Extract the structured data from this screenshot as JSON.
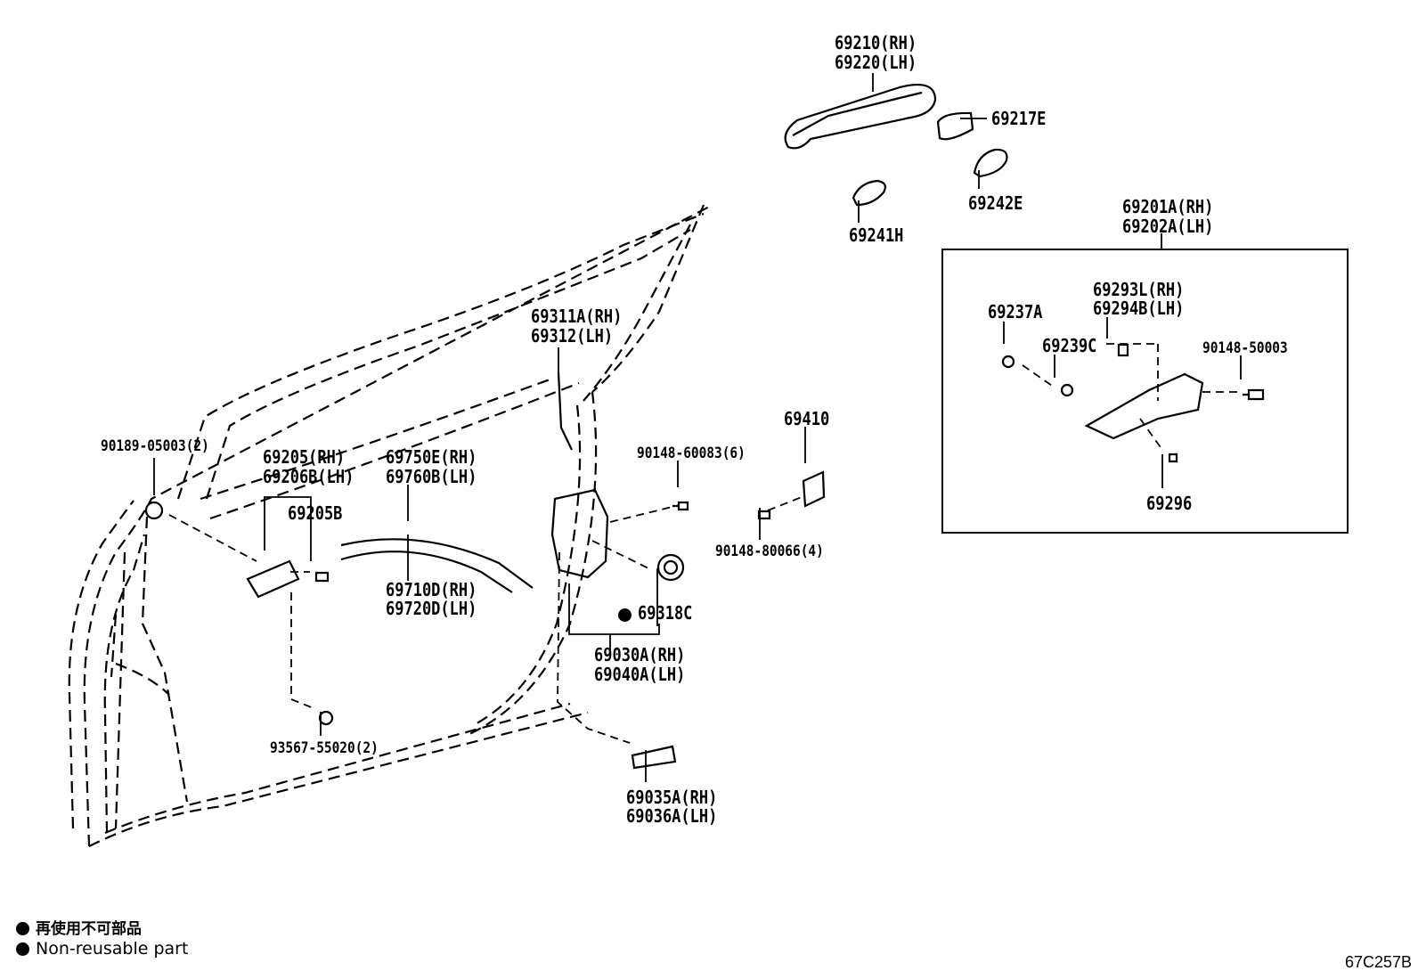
{
  "diagram": {
    "parts": {
      "outer_handle": [
        "69210(RH)",
        "69220(LH)"
      ],
      "handle_cap": "69217E",
      "pad_h": "69241H",
      "pad_e": "69242E",
      "frame_assy": [
        "69201A(RH)",
        "69202A(LH)"
      ],
      "cover": [
        "69293L(RH)",
        "69294B(LH)"
      ],
      "cap_a": "69237A",
      "pad_c": "69239C",
      "screw_50003": "90148-50003",
      "screw_69296": "69296",
      "rod": [
        "69311A(RH)",
        "69312(LH)"
      ],
      "screw_60083": "90148-60083(6)",
      "striker": "69410",
      "screw_80066": "90148-80066(4)",
      "seal": "69318C",
      "lock_assy": [
        "69030A(RH)",
        "69040A(LH)"
      ],
      "protector": [
        "69035A(RH)",
        "69036A(LH)"
      ],
      "clip": "90189-05003(2)",
      "inner_handle": [
        "69205(RH)",
        "69206B(LH)"
      ],
      "inner_screw": "69205B",
      "cable_a": [
        "69750E(RH)",
        "69760B(LH)"
      ],
      "cable_b": [
        "69710D(RH)",
        "69720D(LH)"
      ],
      "bolt": "93567-55020(2)"
    },
    "legend": {
      "jp": "再使用不可部品",
      "en": "Non-reusable part"
    },
    "code": "67C257B"
  }
}
